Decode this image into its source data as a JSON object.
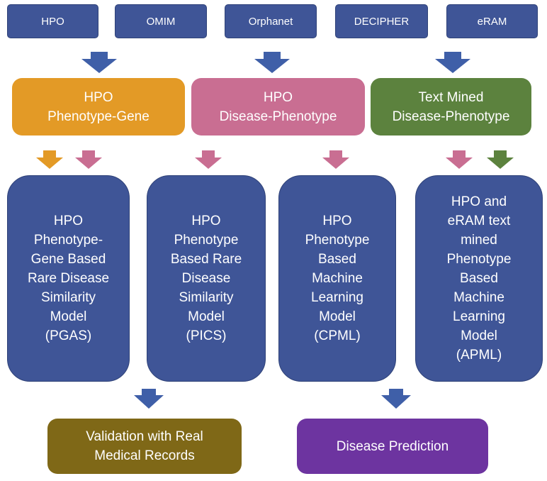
{
  "colors": {
    "source_blue": "#3f5597",
    "orange": "#e39a26",
    "pink": "#c96e92",
    "green": "#5c823e",
    "olive": "#7f6817",
    "purple": "#6d34a0",
    "arrow_blue": "#3f5fa8",
    "arrow_orange": "#e39a26",
    "arrow_pink": "#c96e92",
    "arrow_green": "#5c823e"
  },
  "sources": [
    "HPO",
    "OMIM",
    "Orphanet",
    "DECIPHER",
    "eRAM"
  ],
  "datasets": [
    {
      "label": "HPO\nPhenotype-Gene",
      "color": "orange"
    },
    {
      "label": "HPO\nDisease-Phenotype",
      "color": "pink"
    },
    {
      "label": "Text Mined\nDisease-Phenotype",
      "color": "green"
    }
  ],
  "models": [
    "HPO\nPhenotype-\nGene Based\nRare Disease\nSimilarity\nModel\n(PGAS)",
    "HPO\nPhenotype\nBased Rare\nDisease\nSimilarity\nModel\n(PICS)",
    "HPO\nPhenotype\nBased\nMachine\nLearning\nModel\n(CPML)",
    "HPO and\neRAM text\nmined\nPhenotype\nBased\nMachine\nLearning\nModel\n(APML)"
  ],
  "outputs": [
    {
      "label": "Validation with Real\nMedical Records",
      "color": "olive"
    },
    {
      "label": "Disease Prediction",
      "color": "purple"
    }
  ],
  "arrow_colors": [
    "arrow_blue",
    "arrow_blue",
    "arrow_blue",
    "arrow_orange",
    "arrow_pink",
    "arrow_pink",
    "arrow_pink",
    "arrow_pink",
    "arrow_green",
    "arrow_blue",
    "arrow_blue"
  ]
}
